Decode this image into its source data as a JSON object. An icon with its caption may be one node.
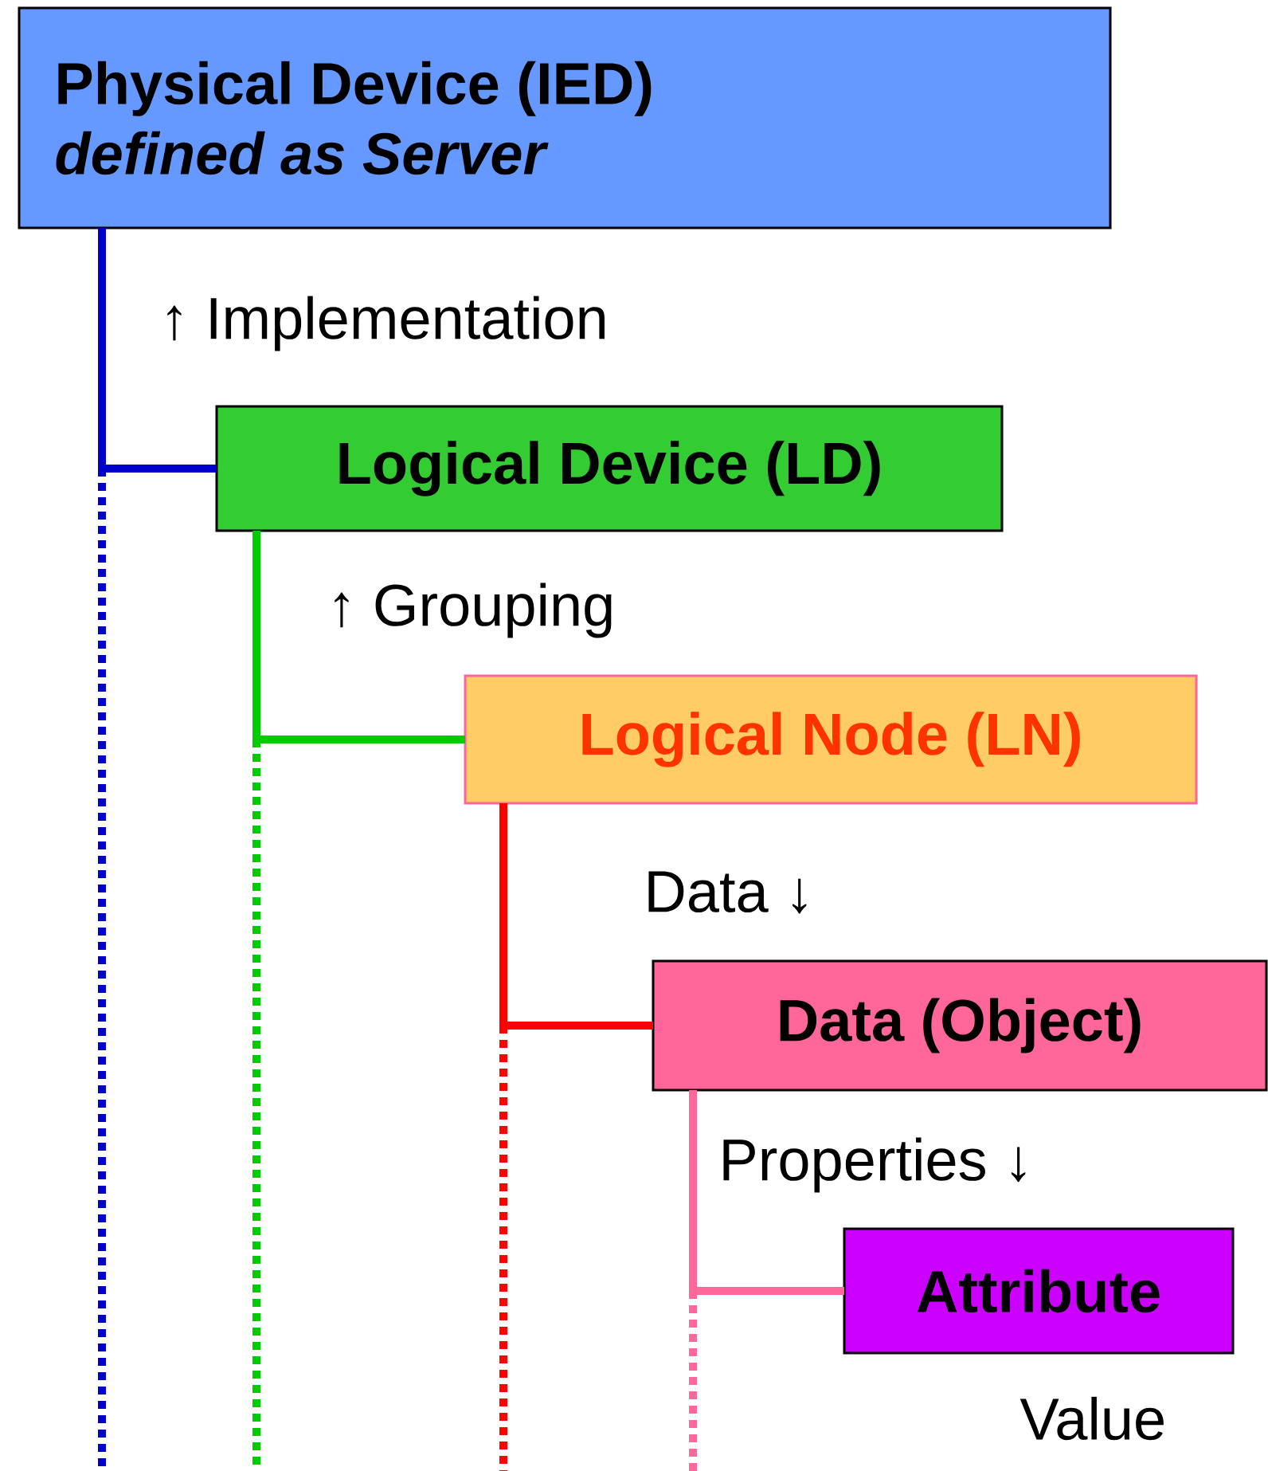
{
  "diagram": {
    "nodes": [
      {
        "text": [
          "Physical Device (IED)",
          "defined as Server"
        ]
      },
      {
        "text": [
          "Logical Device (LD)"
        ]
      },
      {
        "text": [
          "Logical Node (LN)"
        ]
      },
      {
        "text": [
          "Data (Object)"
        ]
      },
      {
        "text": [
          "Attribute"
        ]
      }
    ],
    "edges": [
      {
        "from": 0,
        "to": 1,
        "arrow": "none",
        "color": "#0000cc"
      },
      {
        "from": 1,
        "to": 2,
        "arrow": "none",
        "color": "#00cc00"
      },
      {
        "from": 2,
        "to": 3,
        "arrow": "none",
        "color": "#ff0000"
      },
      {
        "from": 3,
        "to": 4,
        "arrow": "none",
        "color": "#ff6699"
      }
    ],
    "labels": [
      "↑ Implementation",
      "↑ Grouping",
      "Data ↓",
      "Properties ↓",
      "Value"
    ]
  }
}
